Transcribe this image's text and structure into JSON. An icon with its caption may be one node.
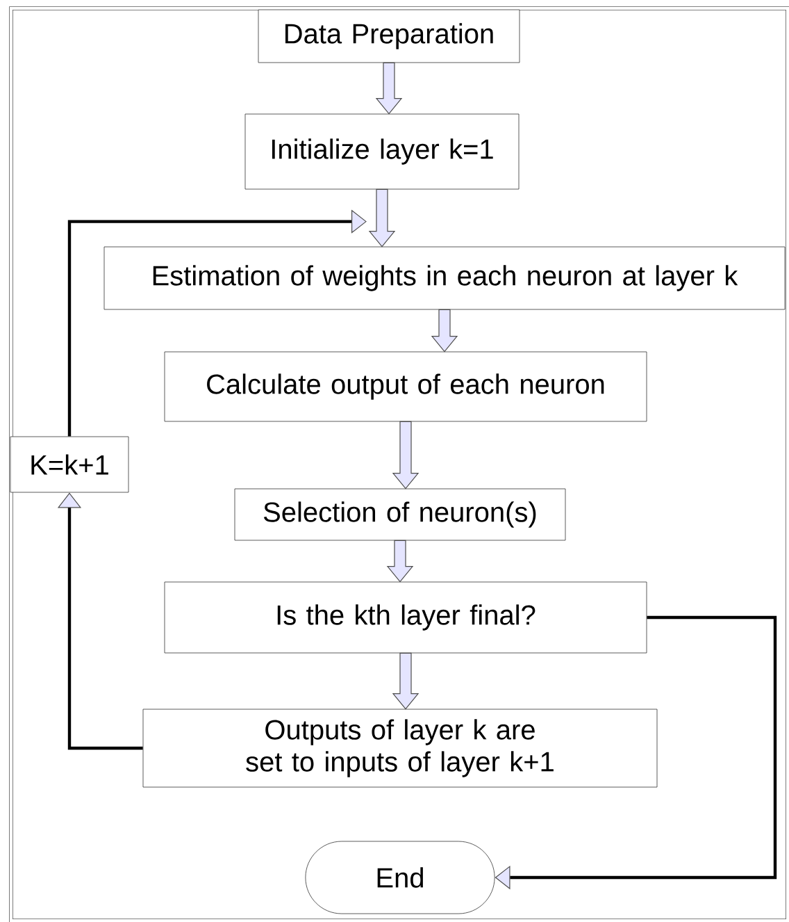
{
  "diagram": {
    "nodes": [
      {
        "text": [
          "Data Preparation"
        ]
      },
      {
        "text": [
          "Initialize layer k=1"
        ]
      },
      {
        "text": [
          "Estimation of weights in each neuron at layer k"
        ]
      },
      {
        "text": [
          "Calculate output of each neuron"
        ]
      },
      {
        "text": [
          "K=k+1"
        ]
      },
      {
        "text": [
          "Selection of neuron(s)"
        ]
      },
      {
        "text": [
          "Is the kth layer final?"
        ]
      },
      {
        "text": [
          "Outputs of layer k are set to inputs of layer k+1"
        ]
      },
      {
        "text": [
          "End"
        ]
      }
    ],
    "edges": [
      {
        "from": 0,
        "to": 1,
        "arrow": "to"
      },
      {
        "from": 1,
        "to": 2,
        "arrow": "to"
      },
      {
        "from": 2,
        "to": 3,
        "arrow": "to"
      },
      {
        "from": 3,
        "to": 5,
        "arrow": "to"
      },
      {
        "from": 5,
        "to": 6,
        "arrow": "to"
      },
      {
        "from": 6,
        "to": 7,
        "arrow": "to"
      },
      {
        "from": 7,
        "to": 4,
        "arrow": "to",
        "color": "#000000"
      },
      {
        "from": 4,
        "to": 2,
        "arrow": "to",
        "color": "#000000"
      },
      {
        "from": 6,
        "to": 8,
        "arrow": "to",
        "color": "#000000"
      }
    ]
  }
}
